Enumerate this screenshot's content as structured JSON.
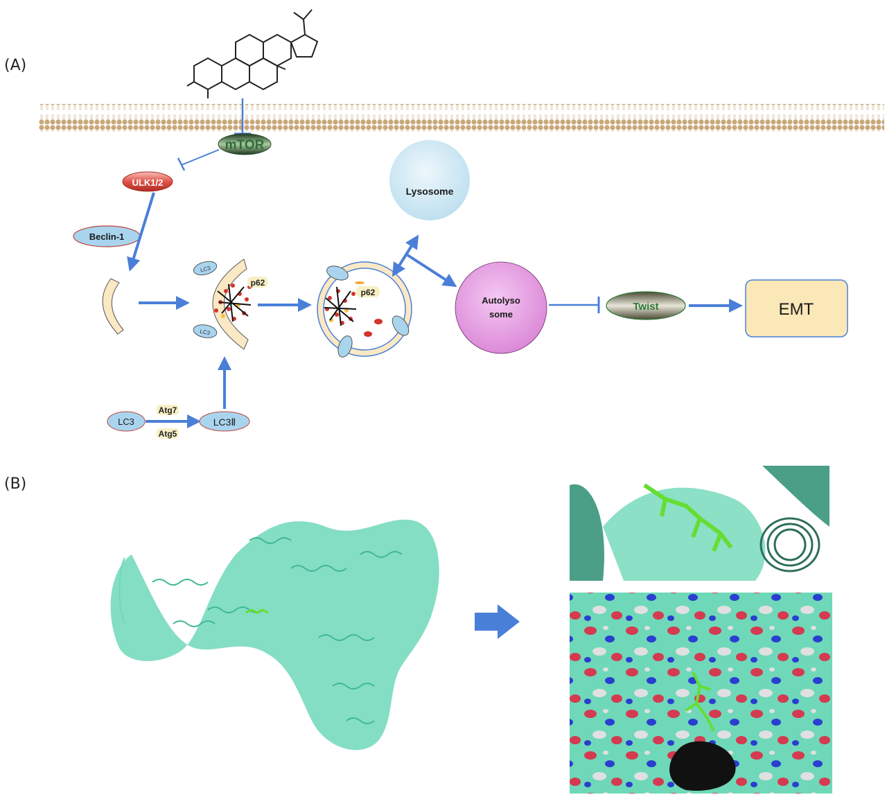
{
  "panel_a": {
    "label": "(A)",
    "nodes": {
      "mtor": "mTOR",
      "ulk": "ULK1/2",
      "beclin": "Beclin-1",
      "lysosome": "Lysosome",
      "autolysosome_line1": "Autolyso",
      "autolysosome_line2": "some",
      "twist": "Twist",
      "emt": "EMT",
      "p62_a": "p62",
      "p62_b": "p62",
      "lc3": "LC3",
      "lc3ii": "LC3Ⅱ",
      "atg7": "Atg7",
      "atg5": "Atg5",
      "lc3_tag": "LC3"
    }
  },
  "panel_b": {
    "label": "(B)"
  },
  "colors": {
    "arrow": "#4a7fd8",
    "membrane": "#c9a77a",
    "protein": "#6fd8b8",
    "ligand": "#66dd33",
    "lysosome": "#cfe7f3",
    "autolysosome": "#e9a6e6",
    "emt_box": "#fbe8b8"
  }
}
